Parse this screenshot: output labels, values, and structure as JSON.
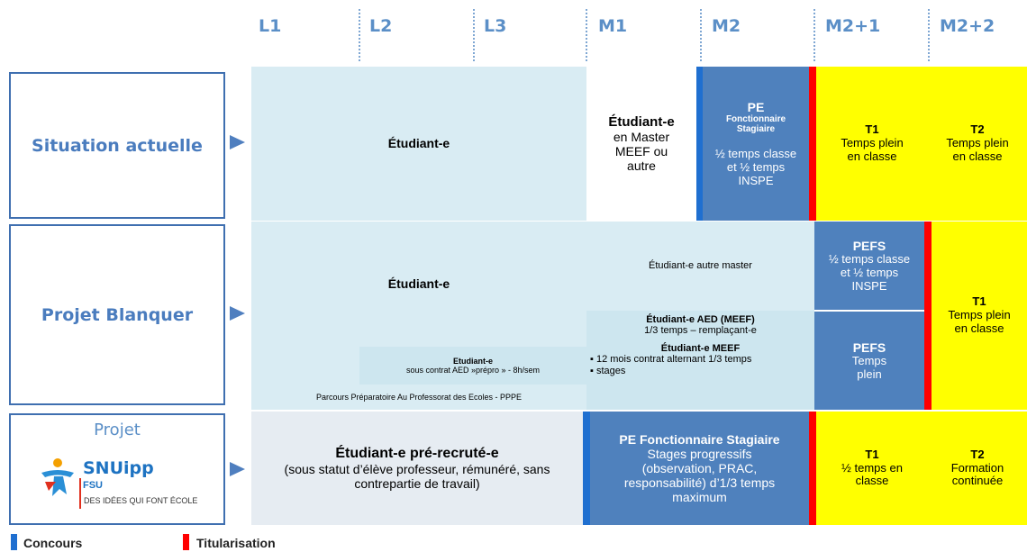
{
  "columns": [
    "L1",
    "L2",
    "L3",
    "M1",
    "M2",
    "M2+1",
    "M2+2"
  ],
  "rows": {
    "situation": {
      "label": "Situation actuelle",
      "etudiant": "Étudiant-e",
      "m1_title": "Étudiant-e",
      "m1_text": "en Master MEEF ou autre",
      "pe_title": "PE",
      "pe_sub": "Fonctionnaire Stagiaire",
      "pe_text": "½ temps classe et ½ temps INSPE",
      "t1_title": "T1",
      "t1_text": "Temps plein en classe",
      "t2_title": "T2",
      "t2_text": "Temps plein en classe"
    },
    "blanquer": {
      "label": "Projet Blanquer",
      "etudiant": "Étudiant-e",
      "autre_master": "Étudiant-e autre master",
      "contrat_title": "Etudiant-e",
      "contrat_text": "sous contrat AED »prépro » - 8h/sem",
      "pppe": "Parcours Préparatoire Au Professorat des Ecoles - PPPE",
      "aed_title": "Étudiant-e AED (MEEF)",
      "aed_text": "1/3 temps – remplaçant-e",
      "meef_title": "Étudiant-e MEEF",
      "meef_item1": "12 mois contrat alternant 1/3 temps",
      "meef_item2": "stages",
      "pefs1_title": "PEFS",
      "pefs1_text": "½ temps classe et ½ temps INSPE",
      "pefs2_title": "PEFS",
      "pefs2_text": "Temps plein",
      "t1_title": "T1",
      "t1_text": "Temps plein en classe"
    },
    "snuipp": {
      "label": "Projet",
      "logo_name": "SNUipp",
      "logo_fsu": "FSU",
      "logo_tagline": "DES IDÉES QUI FONT ÉCOLE",
      "pre_title": "Étudiant-e pré-recruté-e",
      "pre_text": "(sous statut d’élève professeur, rémunéré, sans contrepartie de travail)",
      "pe_title": "PE Fonctionnaire Stagiaire",
      "pe_text": "Stages progressifs (observation, PRAC, responsabilité) d’1/3 temps maximum",
      "t1_title": "T1",
      "t1_text": "½ temps en classe",
      "t2_title": "T2",
      "t2_text": "Formation continuée"
    }
  },
  "legend": {
    "concours": "Concours",
    "titularisation": "Titularisation"
  },
  "colors": {
    "header": "#5b8fc7",
    "concours": "#1f6fd0",
    "titularisation": "#ff0000",
    "yellow": "#ffff00",
    "blue": "#4f81bd"
  }
}
